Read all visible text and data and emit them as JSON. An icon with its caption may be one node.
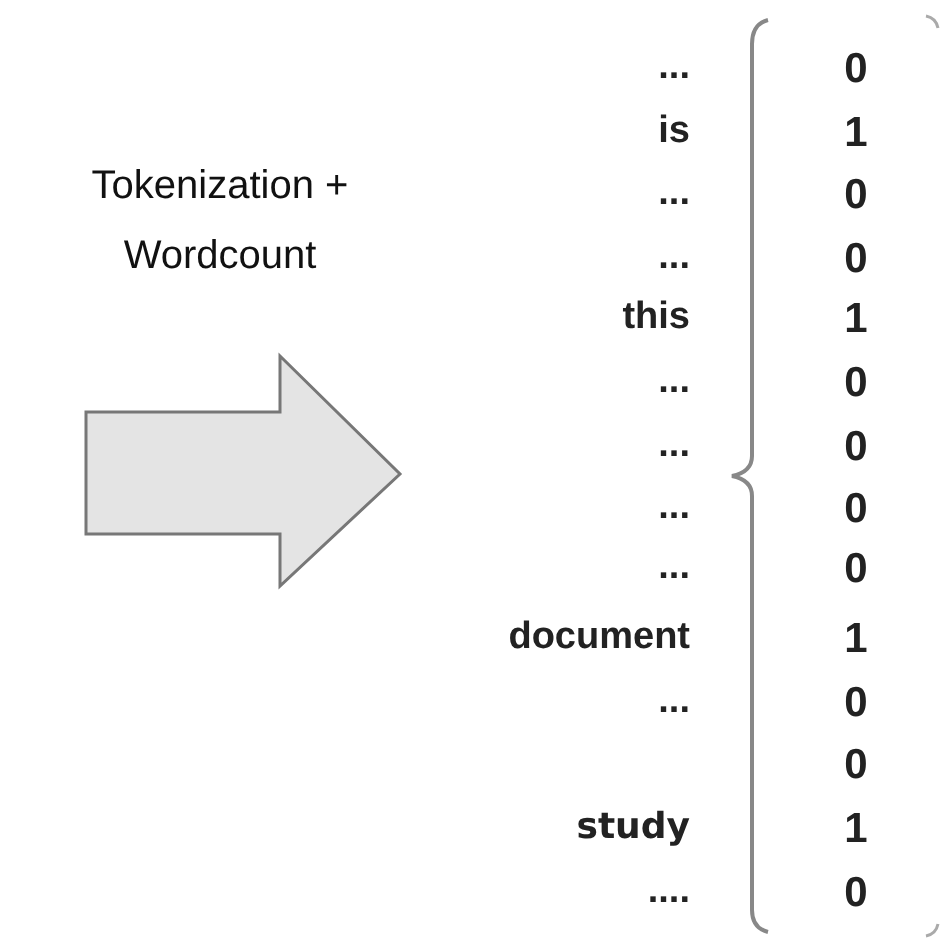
{
  "diagram": {
    "labels": [
      "Tokenization + Wordcount",
      "...",
      "0",
      "is",
      "1",
      "...",
      "0",
      "...",
      "0",
      "this",
      "1",
      "...",
      "0",
      "...",
      "0",
      "...",
      "0",
      "...",
      "0",
      "document",
      "1",
      "...",
      "0",
      "0",
      "study",
      "1",
      "....",
      "0"
    ]
  }
}
